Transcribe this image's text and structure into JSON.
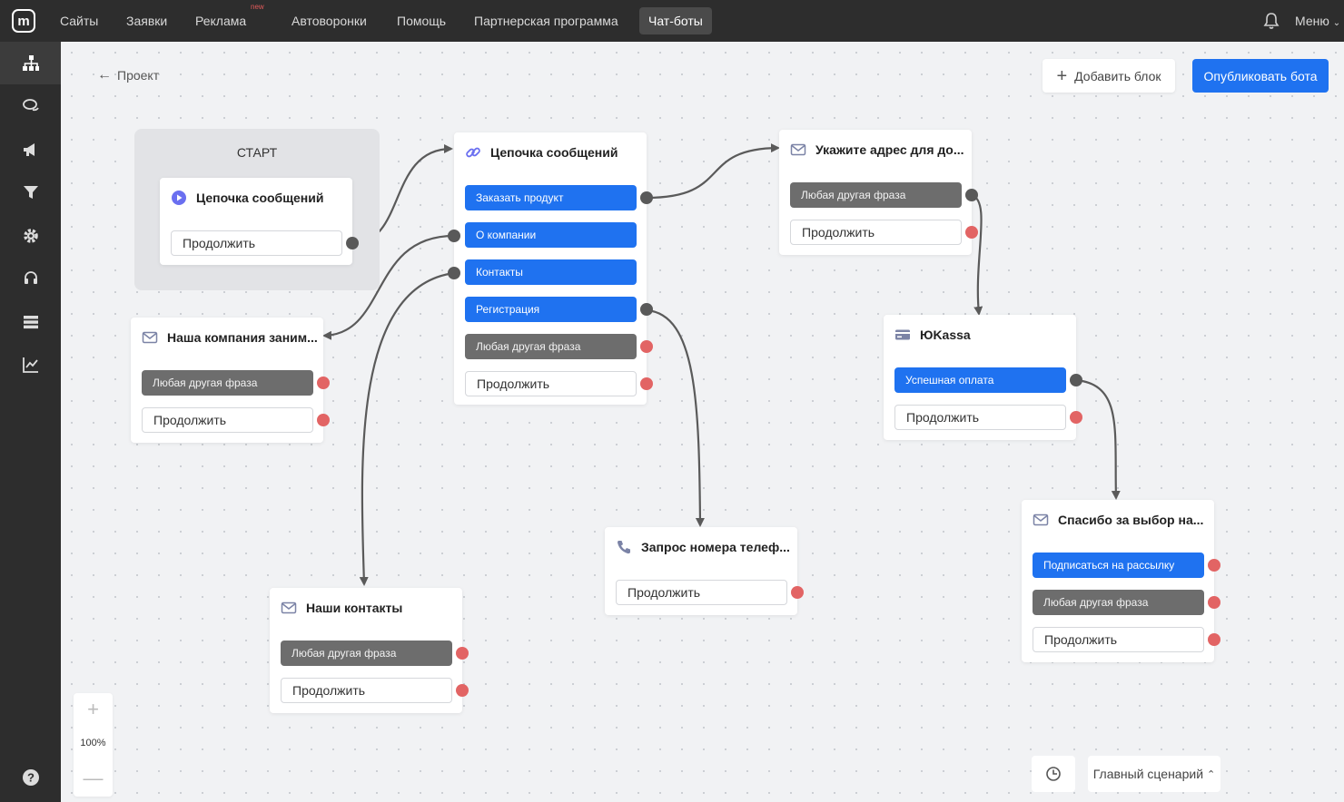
{
  "topbar": {
    "logo_letter": "m",
    "nav": [
      "Сайты",
      "Заявки",
      "Реклама",
      "Автоворонки",
      "Помощь",
      "Партнерская программа",
      "Чат-боты"
    ],
    "nav_badge_new": "new",
    "active_nav": "Чат-боты",
    "menu_label": "Меню"
  },
  "sidebar": {
    "items": [
      "sitemap-icon",
      "chat-icon",
      "megaphone-icon",
      "filter-icon",
      "gear-icon",
      "headset-icon",
      "database-icon",
      "analytics-icon"
    ],
    "help_icon": "help-icon"
  },
  "toolbar": {
    "back_label": "Проект",
    "add_block_label": "Добавить блок",
    "publish_label": "Опубликовать бота",
    "accent_color": "#1f72f0"
  },
  "start_group": {
    "label": "СТАРТ",
    "node_title": "Цепочка сообщений",
    "continue": "Продолжить"
  },
  "nodes": {
    "chain": {
      "title": "Цепочка сообщений",
      "buttons": [
        "Заказать продукт",
        "О компании",
        "Контакты",
        "Регистрация"
      ],
      "any_phrase": "Любая другая фраза",
      "continue": "Продолжить"
    },
    "about": {
      "title": "Наша компания заним...",
      "any_phrase": "Любая другая фраза",
      "continue": "Продолжить"
    },
    "address": {
      "title": "Укажите адрес для до...",
      "any_phrase": "Любая другая фраза",
      "continue": "Продолжить"
    },
    "yookassa": {
      "title": "ЮKassa",
      "success": "Успешная оплата",
      "continue": "Продолжить"
    },
    "thanks": {
      "title": "Спасибо за выбор на...",
      "subscribe": "Подписаться на рассылку",
      "any_phrase": "Любая другая фраза",
      "continue": "Продолжить"
    },
    "phone": {
      "title": "Запрос номера телеф...",
      "continue": "Продолжить"
    },
    "contacts": {
      "title": "Наши контакты",
      "any_phrase": "Любая другая фраза",
      "continue": "Продолжить"
    }
  },
  "zoom": {
    "level": "100%"
  },
  "footer": {
    "scenario_label": "Главный сценарий"
  },
  "colors": {
    "connected_port": "#595959",
    "free_port": "#e26464",
    "edge": "#5a5a5a"
  }
}
